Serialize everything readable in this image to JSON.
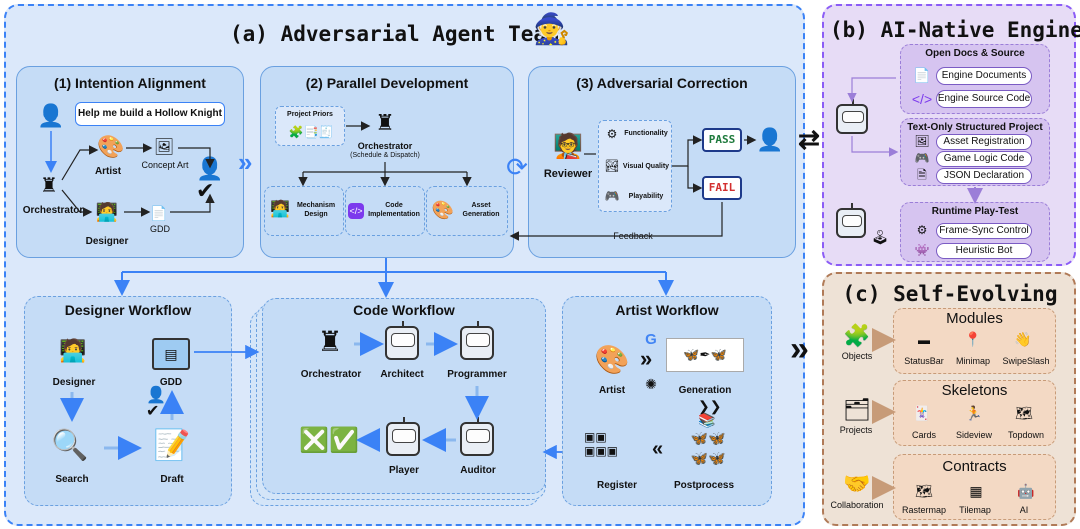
{
  "titles": {
    "a": "(a) Adversarial Agent Team",
    "b": "(b) AI-Native Engine",
    "c": "(c) Self-Evolving"
  },
  "intention": {
    "title": "(1) Intention Alignment",
    "speech": "Help me build a Hollow Knight",
    "artist": "Artist",
    "concept_art": "Concept Art",
    "orchestrator": "Orchestrator",
    "gdd": "GDD",
    "designer": "Designer"
  },
  "parallel": {
    "title": "(2) Parallel Development",
    "project_priors": "Project Priors",
    "orchestrator": "Orchestrator",
    "orchestrator_sub": "(Schedule & Dispatch)",
    "mechanism": [
      "Mechanism",
      "Design"
    ],
    "code_impl": [
      "Code",
      "Implementation"
    ],
    "asset_gen": [
      "Asset",
      "Generation"
    ]
  },
  "adversarial": {
    "title": "(3) Adversarial Correction",
    "reviewer": "Reviewer",
    "criteria": [
      "Functionality",
      "Visual Quality",
      "Playability"
    ],
    "pass": "PASS",
    "fail": "FAIL",
    "feedback": "Feedback"
  },
  "designer_wf": {
    "title": "Designer Workflow",
    "designer": "Designer",
    "gdd": "GDD",
    "search": "Search",
    "draft": "Draft"
  },
  "code_wf": {
    "title": "Code Workflow",
    "orchestrator": "Orchestrator",
    "architect": "Architect",
    "programmer": "Programmer",
    "auditor": "Auditor",
    "player": "Player"
  },
  "artist_wf": {
    "title": "Artist Workflow",
    "artist": "Artist",
    "generation": "Generation",
    "register": "Register",
    "postprocess": "Postprocess"
  },
  "engine": {
    "open_docs_title": "Open Docs & Source",
    "engine_docs": "Engine Documents",
    "engine_source": "Engine Source Code",
    "text_only_title": "Text-Only Structured Project",
    "asset_reg": "Asset Registration",
    "game_logic": "Game Logic Code",
    "json_decl": "JSON Declaration",
    "runtime_title": "Runtime Play-Test",
    "frame_sync": "Frame-Sync Control",
    "heuristic_bot": "Heuristic Bot"
  },
  "evolving": {
    "modules_title": "Modules",
    "modules": [
      "StatusBar",
      "Minimap",
      "SwipeSlash"
    ],
    "objects": "Objects",
    "skeletons_title": "Skeletons",
    "skeletons": [
      "Cards",
      "Sideview",
      "Topdown"
    ],
    "projects": "Projects",
    "contracts_title": "Contracts",
    "contracts": [
      "Rastermap",
      "Tilemap",
      "AI"
    ],
    "collaboration": "Collaboration"
  },
  "colors": {
    "blue_accent": "#3b82f6",
    "purple_accent": "#8b5cf6",
    "brown_accent": "#b07a57",
    "pass_green": "#1e7a3c",
    "fail_red": "#d32f2f"
  }
}
